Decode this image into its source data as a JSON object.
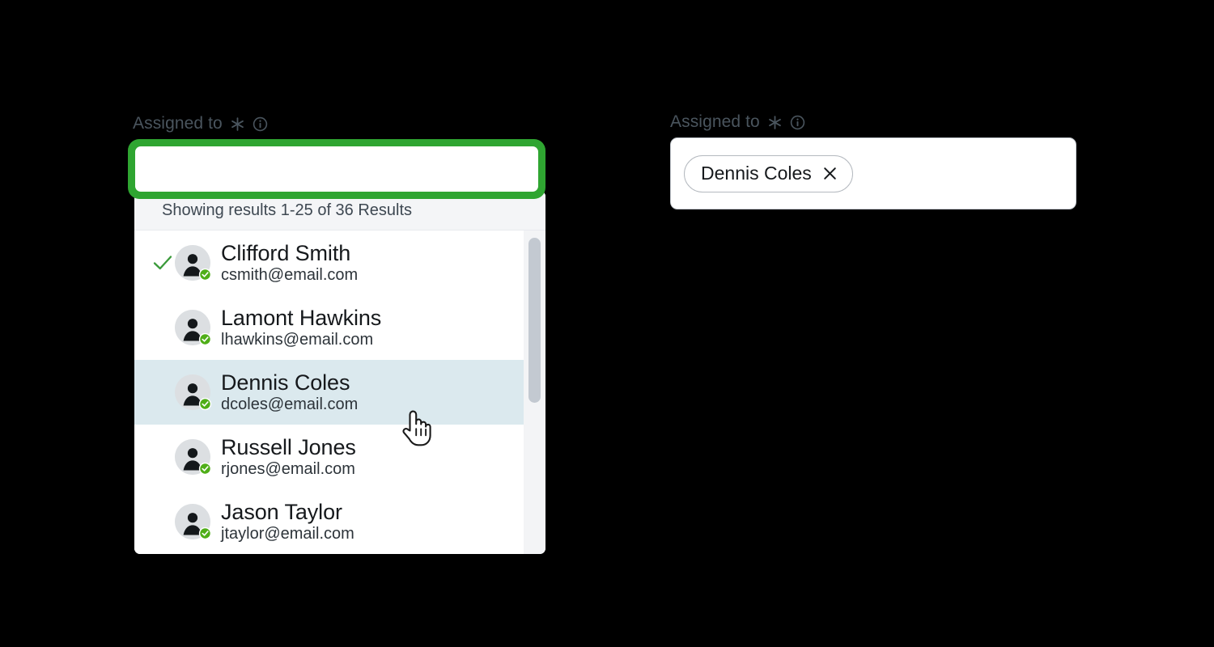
{
  "left_field": {
    "label": "Assigned to",
    "required_icon": "asterisk-icon",
    "info_icon": "info-icon",
    "input_value": "",
    "input_placeholder": "",
    "focus_ring_color": "#2fa531",
    "state": "focused-open"
  },
  "dropdown": {
    "header": "Showing results 1-25 of 36 Results",
    "results": [
      {
        "name": "Clifford Smith",
        "email": "csmith@email.com",
        "selected": true,
        "hovered": false
      },
      {
        "name": "Lamont Hawkins",
        "email": "lhawkins@email.com",
        "selected": false,
        "hovered": false
      },
      {
        "name": "Dennis Coles",
        "email": "dcoles@email.com",
        "selected": false,
        "hovered": true
      },
      {
        "name": "Russell Jones",
        "email": "rjones@email.com",
        "selected": false,
        "hovered": false
      },
      {
        "name": "Jason Taylor",
        "email": "jtaylor@email.com",
        "selected": false,
        "hovered": false
      }
    ],
    "hover_color": "#dbe9ee",
    "header_bg": "#f4f5f7",
    "checkmark_color": "#3a9a3a",
    "scrollbar": {
      "thumb_color": "#c3c9d1",
      "track_color": "#f3f4f6"
    }
  },
  "cursor": {
    "type": "pointing-hand"
  },
  "right_field": {
    "label": "Assigned to",
    "required_icon": "asterisk-icon",
    "info_icon": "info-icon",
    "tokens": [
      {
        "label": "Dennis Coles",
        "remove_icon": "close-icon"
      }
    ]
  }
}
